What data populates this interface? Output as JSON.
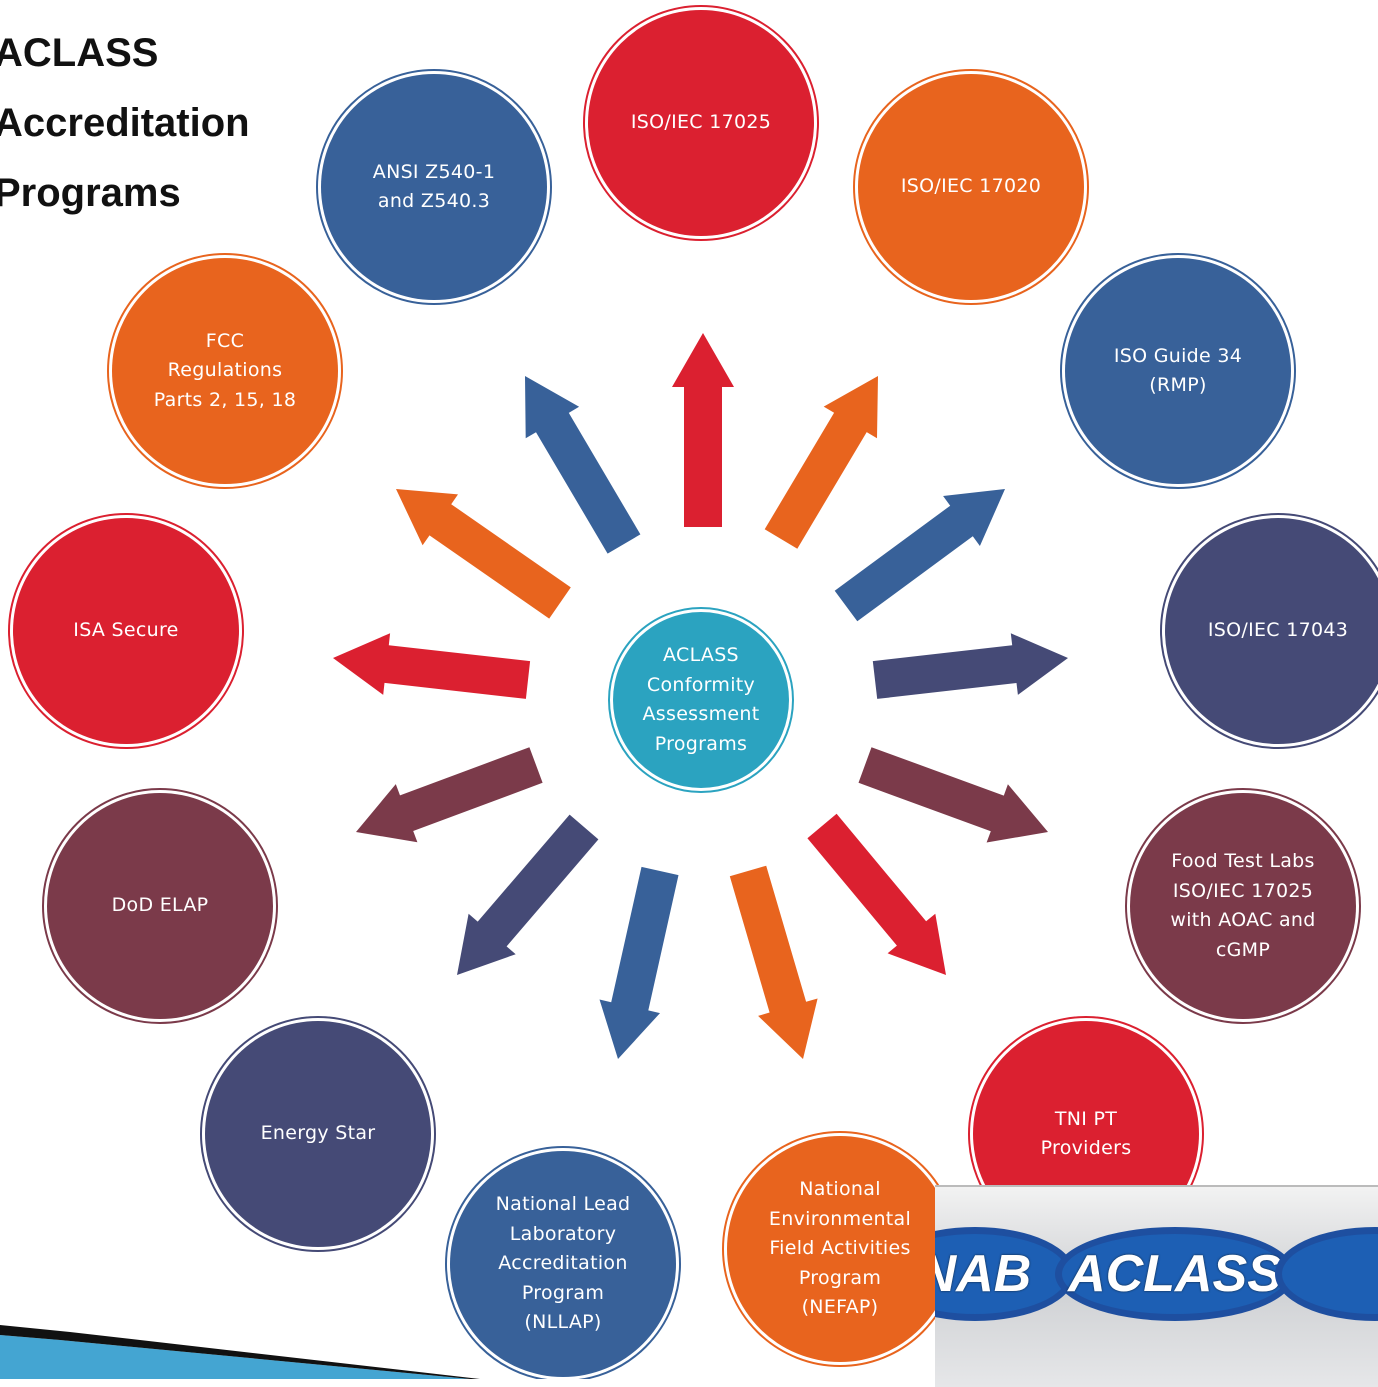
{
  "title_lines": [
    "ACLASS",
    "Accreditation",
    "Programs"
  ],
  "center": {
    "label": "ACLASS\nConformity\nAssessment\nPrograms",
    "color": "#2ba3c0"
  },
  "programs": [
    {
      "label": "ISO/IEC 17025",
      "color": "#db2030"
    },
    {
      "label": "ISO/IEC 17020",
      "color": "#e8641e"
    },
    {
      "label": "ISO Guide 34\n(RMP)",
      "color": "#386199"
    },
    {
      "label": "ISO/IEC 17043",
      "color": "#454a76"
    },
    {
      "label": "Food Test Labs\nISO/IEC 17025\nwith AOAC and\ncGMP",
      "color": "#7b3a4a"
    },
    {
      "label": "TNI PT\nProviders",
      "color": "#db2030"
    },
    {
      "label": "National\nEnvironmental\nField Activities\nProgram\n(NEFAP)",
      "color": "#e8641e"
    },
    {
      "label": "National Lead\nLaboratory\nAccreditation\nProgram\n(NLLAP)",
      "color": "#386199"
    },
    {
      "label": "Energy Star",
      "color": "#454a76"
    },
    {
      "label": "DoD ELAP",
      "color": "#7b3a4a"
    },
    {
      "label": "ISA Secure",
      "color": "#db2030"
    },
    {
      "label": "FCC\nRegulations\nParts 2, 15, 18",
      "color": "#e8641e"
    },
    {
      "label": "ANSI Z540-1\nand Z540.3",
      "color": "#386199"
    }
  ],
  "logos": [
    "NAB",
    "ACLASS"
  ],
  "decoration_color": "#3aa0d0"
}
